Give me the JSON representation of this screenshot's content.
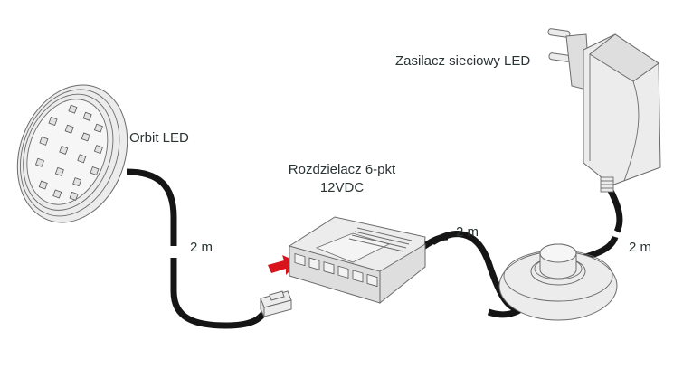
{
  "diagram": {
    "title": "LED lighting wiring diagram",
    "components": {
      "lamp": {
        "label": "Orbit LED",
        "icon": "round-led-lamp-icon"
      },
      "splitter": {
        "label_line1": "Rozdzielacz 6-pkt",
        "label_line2": "12VDC",
        "icon": "distributor-6-port-icon",
        "ports": 6
      },
      "power_supply": {
        "label": "Zasilacz sieciowy LED",
        "icon": "plug-in-power-adapter-icon"
      },
      "switch": {
        "icon": "foot-switch-icon"
      },
      "plug": {
        "icon": "connector-plug-icon"
      },
      "arrow": {
        "icon": "insert-arrow-icon",
        "color": "#d9131b"
      }
    },
    "cables": [
      {
        "from": "Orbit LED",
        "to": "connector plug",
        "length_label": "2 m"
      },
      {
        "from": "Rozdzielacz 6-pkt",
        "to": "foot switch",
        "length_label": "2 m"
      },
      {
        "from": "foot switch",
        "to": "Zasilacz sieciowy LED",
        "length_label": "2 m"
      }
    ],
    "colors": {
      "cable": "#151515",
      "text": "#2b3434",
      "device_fill": "#ececec",
      "device_stroke": "#6b6b6b",
      "arrow": "#d9131b"
    }
  }
}
